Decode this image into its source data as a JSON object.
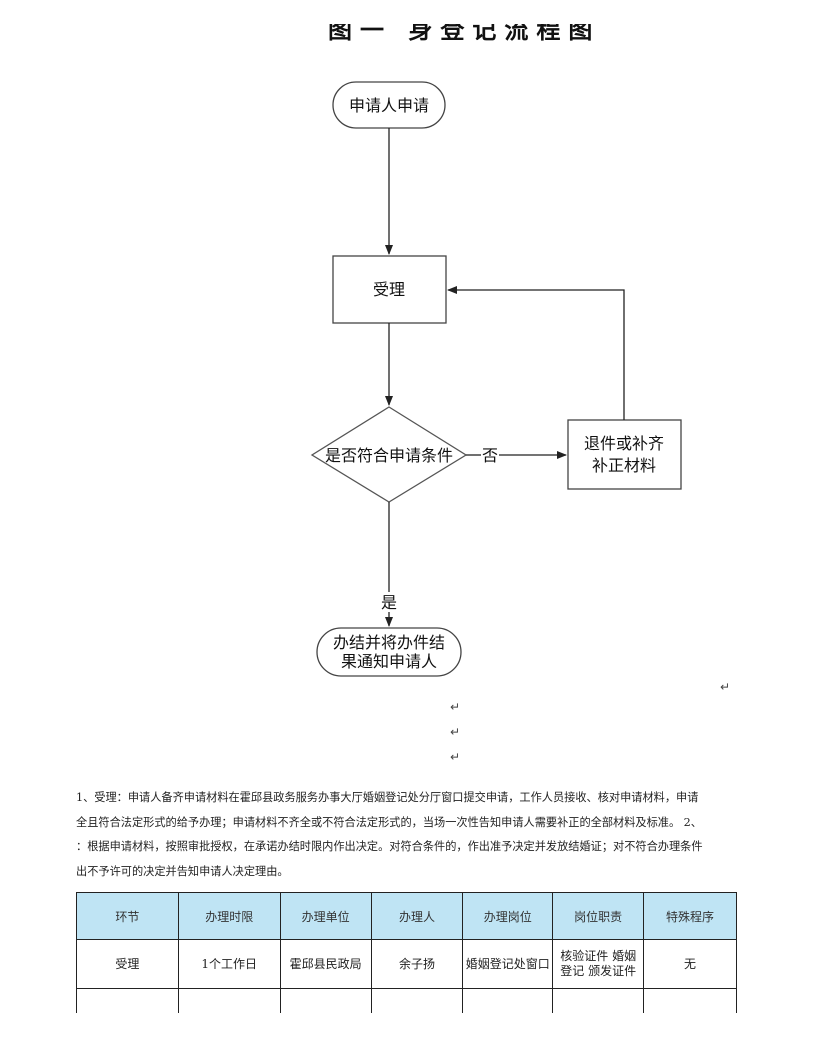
{
  "document": {
    "title_partial": "图一 身登记流程图",
    "flowchart": {
      "start": "申请人申请",
      "accept": "受理",
      "decision": "是否符合申请条件",
      "no_label": "否",
      "yes_label": "是",
      "return_box_line1": "退件或补齐",
      "return_box_line2": "补正材料",
      "end_line1": "办结并将办件结",
      "end_line2": "果通知申请人"
    },
    "paragraph_mark": "↵",
    "paragraph": [
      "1、受理：申请人备齐申请材料在霍邱县政务服务办事大厅婚姻登记处分厅窗口提交申请，工作人员接收、核对申请材料，申请",
      "全且符合法定形式的给予办理；申请材料不齐全或不符合法定形式的，当场一次性告知申请人需要补正的全部材料及标准。 2、",
      "：根据申请材料，按照审批授权，在承诺办结时限内作出决定。对符合条件的，作出准予决定并发放结婚证；对不符合办理条件",
      "出不予许可的决定并告知申请人决定理由。"
    ],
    "table": {
      "headers": [
        "环节",
        "办理时限",
        "办理单位",
        "办理人",
        "办理岗位",
        "岗位职责",
        "特殊程序"
      ],
      "rows": [
        [
          "受理",
          "1个工作日",
          "霍邱县民政局",
          "余子扬",
          "婚姻登记处窗口",
          "核验证件 婚姻登记 颁发证件",
          "无"
        ]
      ]
    }
  }
}
